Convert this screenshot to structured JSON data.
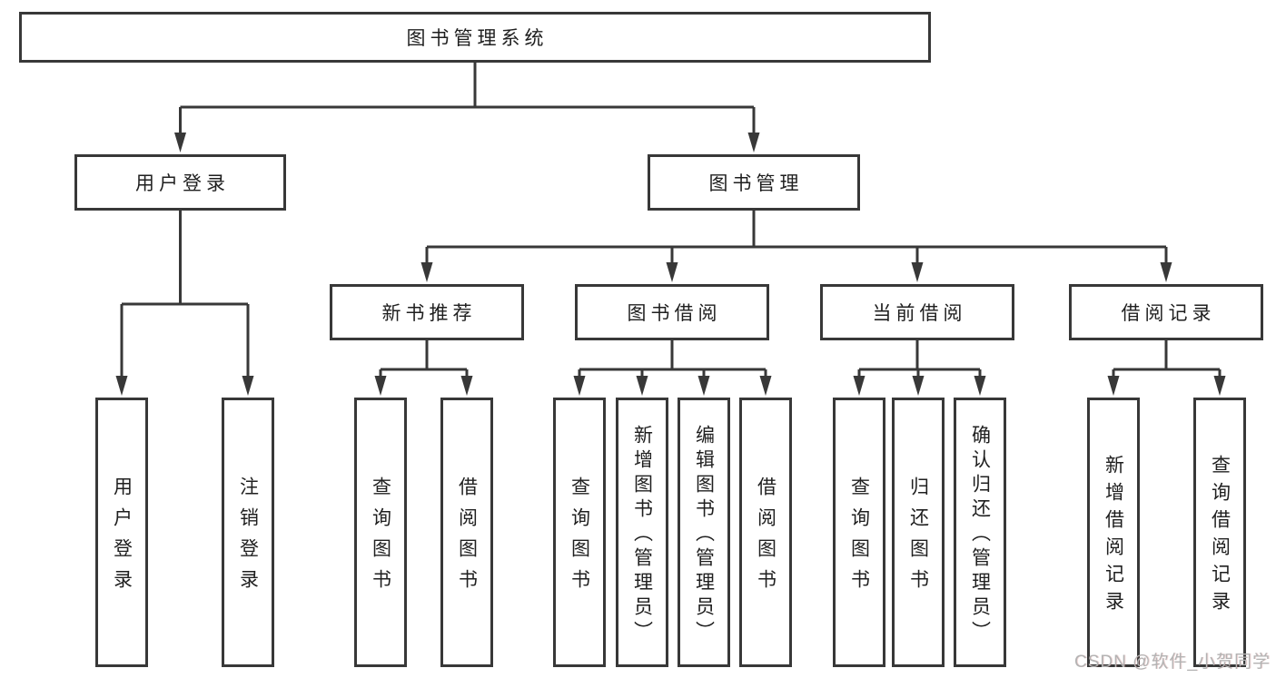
{
  "tree": {
    "label": "图书管理系统",
    "children": [
      {
        "label": "用户登录",
        "children": [
          {
            "label": "用户登录"
          },
          {
            "label": "注销登录"
          }
        ]
      },
      {
        "label": "图书管理",
        "children": [
          {
            "label": "新书推荐",
            "children": [
              {
                "label": "查询图书"
              },
              {
                "label": "借阅图书"
              }
            ]
          },
          {
            "label": "图书借阅",
            "children": [
              {
                "label": "查询图书"
              },
              {
                "label": "新增图书（管理员）"
              },
              {
                "label": "编辑图书（管理员）"
              },
              {
                "label": "借阅图书"
              }
            ]
          },
          {
            "label": "当前借阅",
            "children": [
              {
                "label": "查询图书"
              },
              {
                "label": "归还图书"
              },
              {
                "label": "确认归还（管理员）"
              }
            ]
          },
          {
            "label": "借阅记录",
            "children": [
              {
                "label": "新增借阅记录"
              },
              {
                "label": "查询借阅记录"
              }
            ]
          }
        ]
      }
    ]
  },
  "watermark": {
    "text": "CSDN @软件_小贺同学"
  },
  "colors": {
    "line": "#383838",
    "text": "#1f1f1f",
    "box_background": "#ffffff",
    "watermark": "#b3b3b3",
    "background": "#ffffff"
  }
}
